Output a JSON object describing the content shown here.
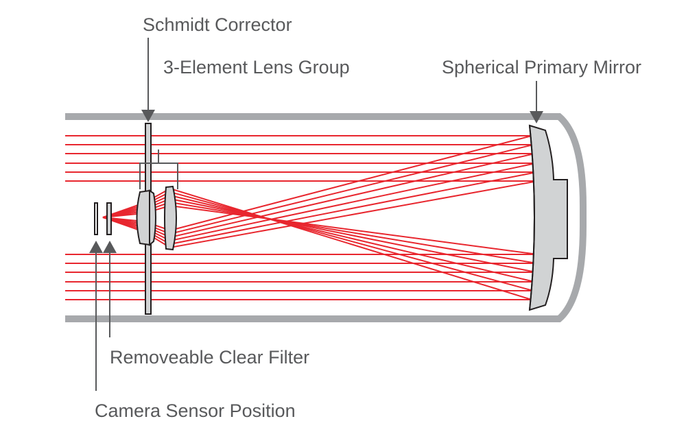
{
  "labels": {
    "schmidt_corrector": "Schmidt Corrector",
    "lens_group": "3-Element Lens Group",
    "primary_mirror": "Spherical Primary Mirror",
    "clear_filter": "Removeable Clear Filter",
    "camera_sensor": "Camera Sensor Position"
  },
  "colors": {
    "ray": "#e8262e",
    "tube": "#a7a9ac",
    "glass_fill": "#d1d3d4",
    "outline": "#231f20",
    "leader": "#58595b",
    "text": "#58595b"
  }
}
